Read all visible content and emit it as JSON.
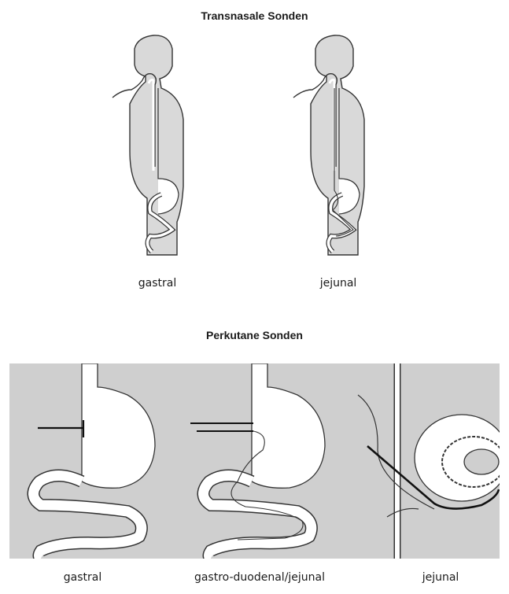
{
  "top_section": {
    "title": "Transnasale Sonden",
    "captions": [
      "gastral",
      "jejunal"
    ]
  },
  "bottom_section": {
    "title": "Perkutane Sonden",
    "captions": [
      "gastral",
      "gastro-duodenal/jejunal",
      "jejunal"
    ]
  },
  "colors": {
    "body_fill": "#d9d9d9",
    "panel_fill": "#cfcfcf",
    "outline": "#333333"
  }
}
